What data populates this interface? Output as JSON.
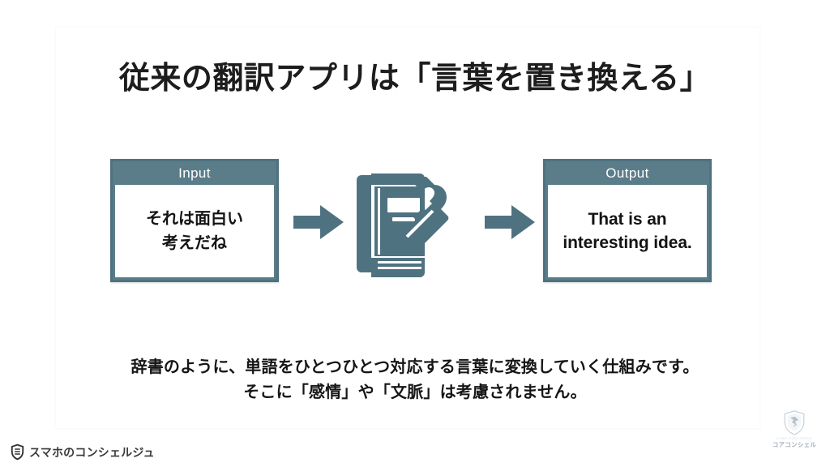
{
  "slide": {
    "title": "従来の翻訳アプリは「言葉を置き換える」",
    "background_color": "#ffffff",
    "accent_color": "#5b7c89",
    "text_color": "#1d1d1d"
  },
  "diagram": {
    "input_box": {
      "header_label": "Input",
      "body_line_1": "それは面白い",
      "body_line_2": "考えだね"
    },
    "output_box": {
      "header_label": "Output",
      "body_line_1": "That is an",
      "body_line_2": "interesting idea."
    },
    "arrow_1": "arrow-right-icon",
    "arrow_2": "arrow-right-icon",
    "center_icon": "dictionary-book-with-stamp-icon"
  },
  "caption": {
    "line_1": "辞書のように、単語をひとつひとつ対応する言葉に変換していく仕組みです。",
    "line_2": "そこに「感情」や「文脈」は考慮されません。"
  },
  "watermarks": {
    "channel": {
      "icon": "shield-logo-icon",
      "label": "スマホのコンシェルジュ"
    },
    "corporate": {
      "icon": "shield-logo-icon",
      "tagline": "CORE CONCIERGE",
      "name": "コアコンシェル"
    }
  }
}
